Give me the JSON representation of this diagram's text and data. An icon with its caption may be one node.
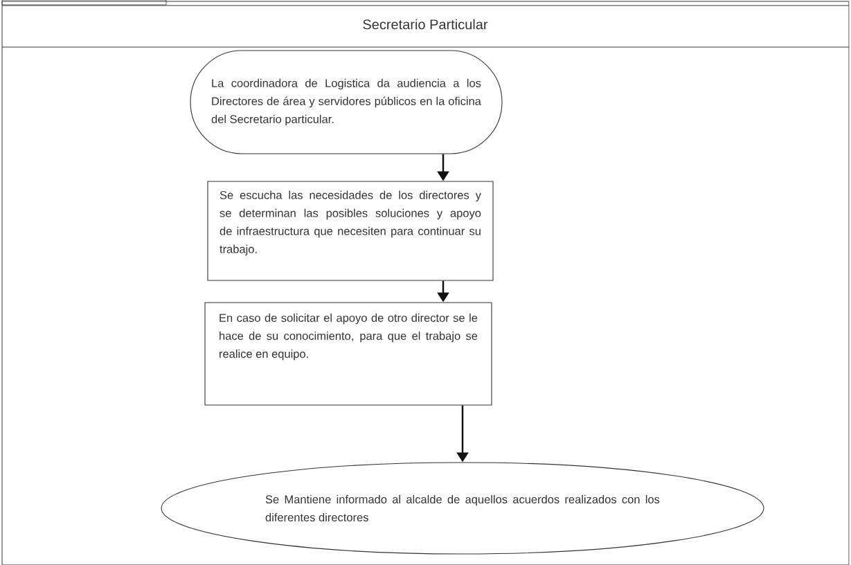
{
  "diagram": {
    "title": "Secretario Particular",
    "nodes": [
      {
        "text": [
          "La coordinadora de Logistica da audiencia a los Directores de área y servidores públicos en la oficina del Secretario particular."
        ]
      },
      {
        "text": [
          "Se escucha las necesidades de los directores y se determinan las posibles soluciones y apoyo de infraestructura que necesiten para continuar su trabajo."
        ]
      },
      {
        "text": [
          "En caso de solicitar el apoyo de otro director se le hace de su conocimiento, para que el trabajo se realice en equipo."
        ]
      },
      {
        "text": [
          "Se Mantiene informado al alcalde de aquellos acuerdos realizados con los diferentes directores"
        ]
      }
    ],
    "edges": [
      {
        "from": 0,
        "to": 1,
        "arrow": "to"
      },
      {
        "from": 1,
        "to": 2,
        "arrow": "to"
      },
      {
        "from": 2,
        "to": 3,
        "arrow": "to"
      }
    ]
  }
}
